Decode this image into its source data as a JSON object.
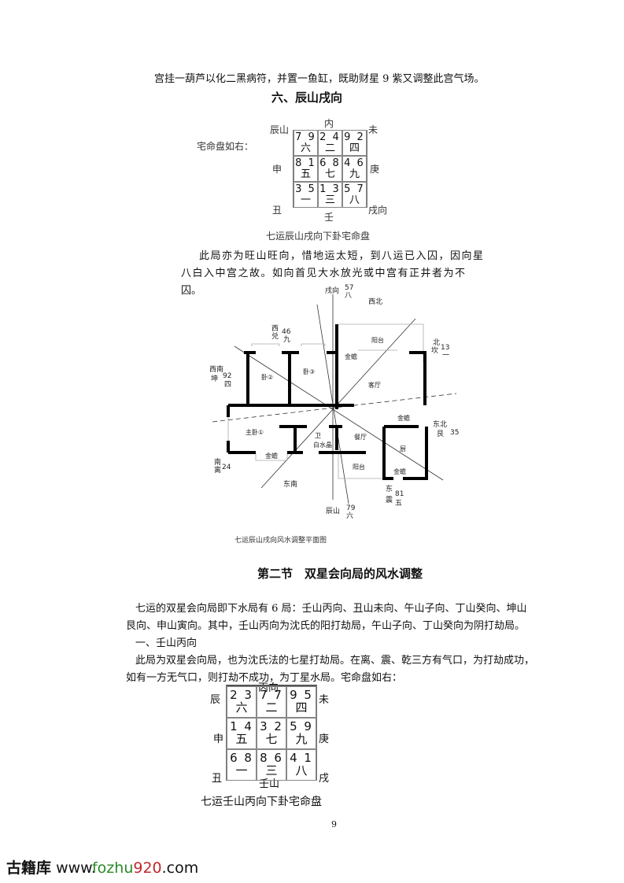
{
  "top_line": "宫挂一葫芦以化二黑病符，并置一鱼缸，既助财星 9 紫又调整此宫气场。",
  "section6_title": "六、辰山戌向",
  "chart1": {
    "intro": "宅命盘如右：",
    "labels": {
      "tl": "辰山",
      "top": "内",
      "tr": "未",
      "left": "申",
      "right": "庚",
      "bl": "丑",
      "bottom": "壬",
      "br": "戌向"
    },
    "cells": [
      {
        "n": "7 9",
        "p": "六"
      },
      {
        "n": "2 4",
        "p": "二"
      },
      {
        "n": "9 2",
        "p": "四"
      },
      {
        "n": "8 1",
        "p": "五"
      },
      {
        "n": "6 8",
        "p": "七"
      },
      {
        "n": "4 6",
        "p": "九"
      },
      {
        "n": "3 5",
        "p": "一"
      },
      {
        "n": "1 3",
        "p": "三"
      },
      {
        "n": "5 7",
        "p": "八"
      }
    ],
    "caption": "七运辰山戌向下卦宅命盘"
  },
  "para1": [
    "此局亦为旺山旺向，惜地运太短，到八运已入囚，因向星",
    "八白入中宫之故。如向首见大水放光或中宫有正井者为不",
    "囚。"
  ],
  "plan": {
    "labels": {
      "xu": "戌向",
      "xu_n": "57",
      "xu_p": "八",
      "nw": "西北",
      "west": "西",
      "west2": "兑",
      "west_n": "46",
      "west_p": "九",
      "sw1": "西南",
      "sw2": "坤",
      "sw_n": "92",
      "sw_p": "四",
      "north": "北",
      "north2": "坎",
      "north_n": "13",
      "north_p": "一",
      "ne1": "东北",
      "ne2": "艮",
      "ne_n": "35",
      "south1": "南",
      "south2": "离",
      "south_n": "24",
      "se": "东南",
      "east": "东",
      "east2": "震",
      "east_n": "81",
      "east_p": "五",
      "chen": "辰山",
      "chen_n": "79",
      "chen_p": "六"
    },
    "rooms": {
      "balcony1": "阳台",
      "bed2": "卧②",
      "bed3": "卧③",
      "living": "客厅",
      "master": "主卧①",
      "toilet": "卫",
      "water": "白水晶",
      "dining": "餐厅",
      "balcony2": "阳台",
      "kitchen": "厨",
      "fish1": "金蟾",
      "fish2": "金蟾",
      "fish3": "金蟾",
      "fish4": "金蟾"
    },
    "caption": "七运辰山戌向风水调整平面图"
  },
  "section_title": "第二节　双星会向局的风水调整",
  "para2": [
    "七运的双星会向局即下水局有 6 局：壬山丙向、丑山未向、午山子向、丁山癸向、坤山",
    "艮向、申山寅向。其中，壬山丙向为沈氏的阳打劫局，午山子向、丁山癸向为阴打劫局。",
    "一、壬山丙向",
    "此局为双星会向局，也为沈氏法的七星打劫局。在离、震、乾三方有气口，为打劫成功，",
    "如有一方无气口，则打劫不成功，为丁星水局。宅命盘如右："
  ],
  "chart2": {
    "labels": {
      "tl": "辰",
      "top": "丙向",
      "tr": "未",
      "left": "申",
      "right": "庚",
      "bl": "丑",
      "bottom": "壬山",
      "br": "戌"
    },
    "cells": [
      {
        "n": "2 3",
        "p": "六"
      },
      {
        "n": "7 7",
        "p": "二"
      },
      {
        "n": "9 5",
        "p": "四"
      },
      {
        "n": "1 4",
        "p": "五"
      },
      {
        "n": "3 2",
        "p": "七"
      },
      {
        "n": "5 9",
        "p": "九"
      },
      {
        "n": "6 8",
        "p": "一"
      },
      {
        "n": "8 6",
        "p": "三"
      },
      {
        "n": "4 1",
        "p": "八"
      }
    ],
    "caption": "七运壬山丙向下卦宅命盘"
  },
  "page_number": "9",
  "footer": {
    "site_name": "古籍库",
    "www": "www.",
    "fozhu": "fozhu",
    "num": "920",
    "com": ".com",
    "green": "#2a8a2a",
    "red": "#c0282d"
  }
}
